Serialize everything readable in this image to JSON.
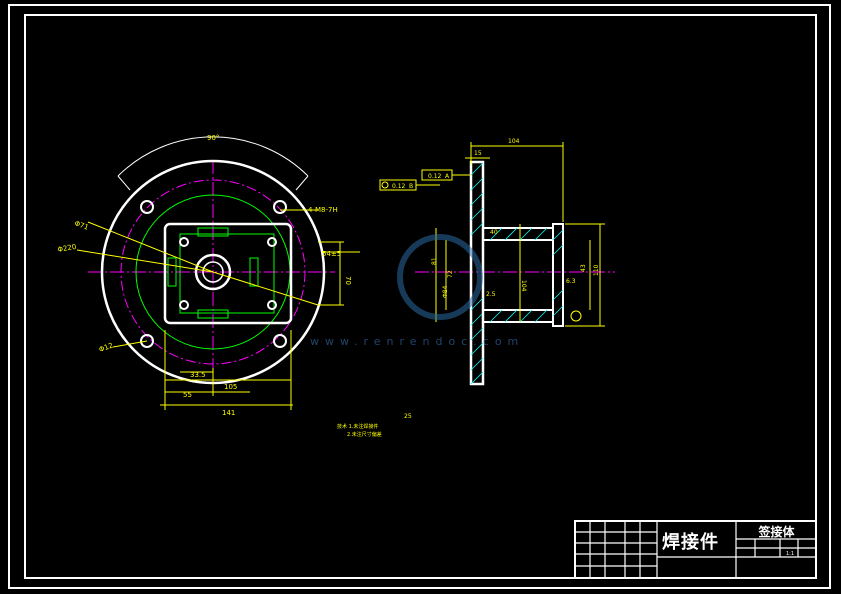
{
  "title_block": {
    "drawing_title": "焊接件",
    "part_name": "签接体",
    "scale": "1:1"
  },
  "dimensions": {
    "angle": "90°",
    "d_phi71": "Φ71",
    "d_phi220": "Φ220",
    "d_phi12": "Φ12",
    "holes": "4-M8-7H",
    "v_54": "54±5",
    "v_70": "70",
    "h_33_5": "33.5",
    "h_55": "55",
    "h_105": "105",
    "h_141": "141",
    "side_104": "104",
    "side_15": "15",
    "tol_1": "0.12",
    "tol_2": "0.12",
    "ref_a": "A",
    "ref_b": "B",
    "side_72": "72",
    "side_81": "81",
    "side_84": "Φ84",
    "side_104v": "104",
    "side_110": "110",
    "side_43": "43",
    "side_63": "6.3",
    "side_25": "2.5",
    "side_40": "40",
    "roughness": "25"
  },
  "notes": {
    "line1": "技术 1.未注焊接件",
    "line2": "2.未注尺寸偏差"
  },
  "watermark": {
    "url": "www.renrendoc.com"
  }
}
